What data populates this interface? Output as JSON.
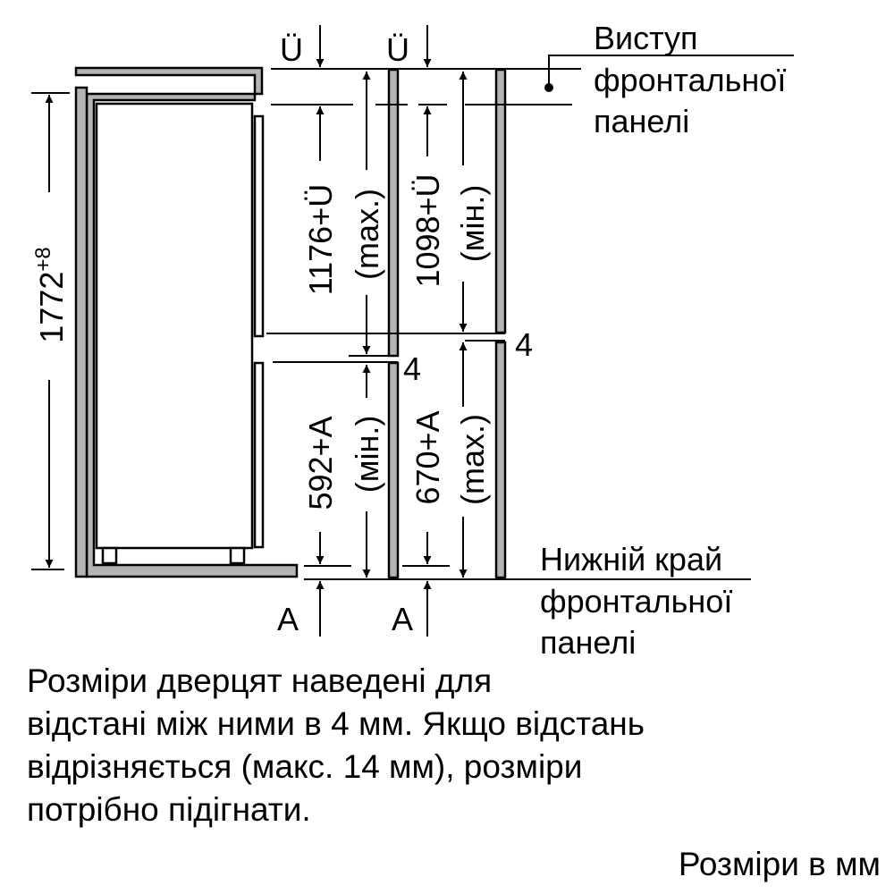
{
  "diagram": {
    "overall_height": "1772",
    "overall_height_tolerance": "+8",
    "top_offset_label_1": "Ü",
    "top_offset_label_2": "Ü",
    "bottom_offset_label_1": "A",
    "bottom_offset_label_2": "A",
    "upper_door_max": "1176+Ü",
    "upper_door_max_note": "(max.)",
    "upper_door_min": "1098+Ü",
    "upper_door_min_note": "(мін.)",
    "lower_door_min": "592+A",
    "lower_door_min_note": "(мін.)",
    "lower_door_max": "670+A",
    "lower_door_max_note": "(max.)",
    "gap_1": "4",
    "gap_2": "4",
    "callout_top": [
      "Виступ",
      "фронтальної",
      "панелі"
    ],
    "callout_bottom": [
      "Нижній край",
      "фронтальної",
      "панелі"
    ]
  },
  "note": [
    "Розміри дверцят наведені для",
    "відстані між ними в 4 мм. Якщо відстань",
    "відрізняється (макс. 14 мм), розміри",
    "потрібно підігнати."
  ],
  "units": "Розміри в мм",
  "colors": {
    "panel": "#b4b4b4",
    "line": "#000000"
  }
}
